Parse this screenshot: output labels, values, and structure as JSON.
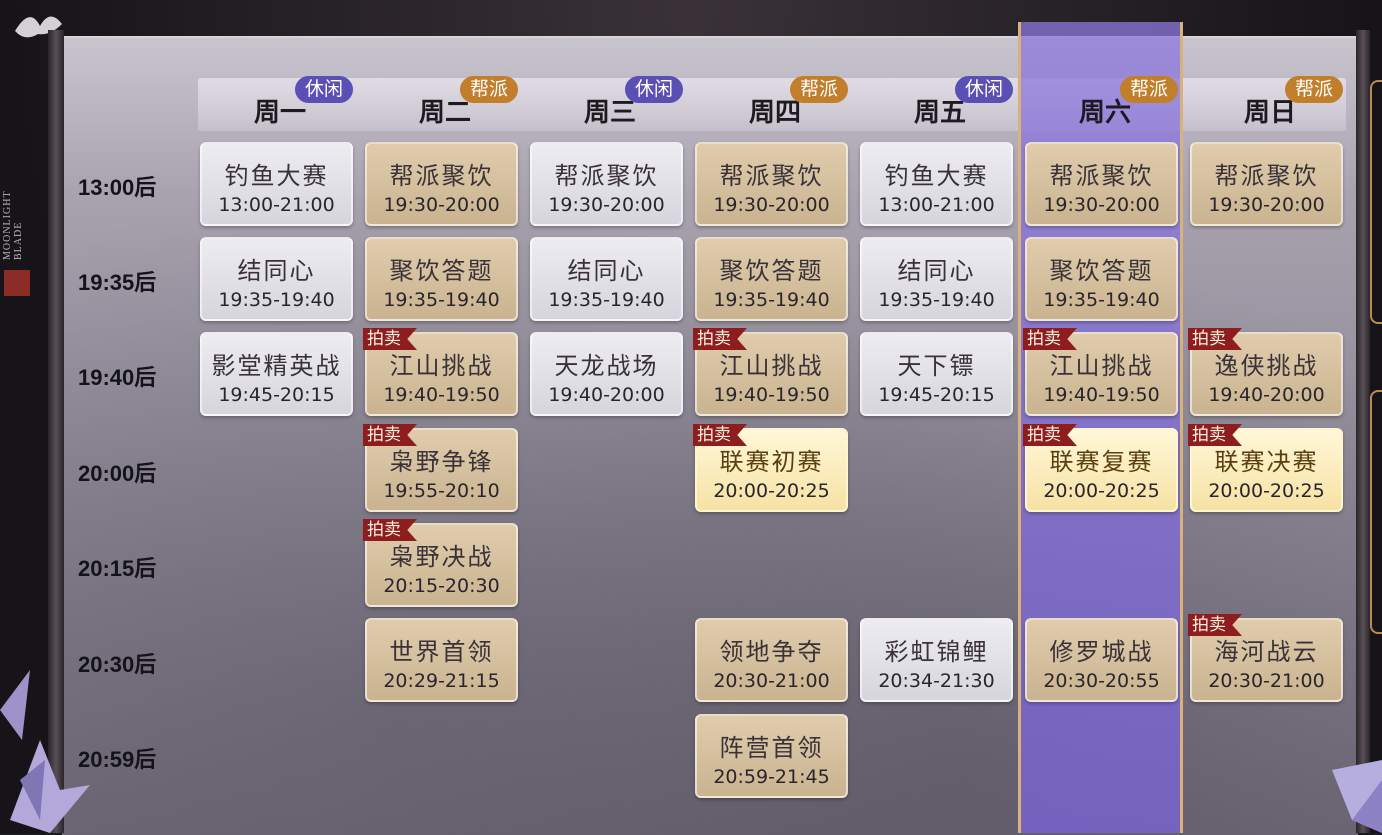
{
  "branding": {
    "line1": "MOONLIGHT",
    "line2": "BLADE"
  },
  "tags": {
    "leisure": "休闲",
    "guild": "帮派",
    "auction": "拍卖"
  },
  "days": [
    {
      "label": "周一",
      "tag": "休闲",
      "tag_type": "leisure"
    },
    {
      "label": "周二",
      "tag": "帮派",
      "tag_type": "guild"
    },
    {
      "label": "周三",
      "tag": "休闲",
      "tag_type": "leisure"
    },
    {
      "label": "周四",
      "tag": "帮派",
      "tag_type": "guild"
    },
    {
      "label": "周五",
      "tag": "休闲",
      "tag_type": "leisure"
    },
    {
      "label": "周六",
      "tag": "帮派",
      "tag_type": "guild",
      "selected": true
    },
    {
      "label": "周日",
      "tag": "帮派",
      "tag_type": "guild"
    }
  ],
  "time_slots": [
    "13:00后",
    "19:35后",
    "19:40后",
    "20:00后",
    "20:15后",
    "20:30后",
    "20:59后"
  ],
  "events": [
    {
      "day": 0,
      "slot": 0,
      "name": "钓鱼大赛",
      "time": "13:00-21:00",
      "style": "gray"
    },
    {
      "day": 0,
      "slot": 1,
      "name": "结同心",
      "time": "19:35-19:40",
      "style": "gray"
    },
    {
      "day": 0,
      "slot": 2,
      "name": "影堂精英战",
      "time": "19:45-20:15",
      "style": "gray"
    },
    {
      "day": 1,
      "slot": 0,
      "name": "帮派聚饮",
      "time": "19:30-20:00",
      "style": "tan"
    },
    {
      "day": 1,
      "slot": 1,
      "name": "聚饮答题",
      "time": "19:35-19:40",
      "style": "tan"
    },
    {
      "day": 1,
      "slot": 2,
      "name": "江山挑战",
      "time": "19:40-19:50",
      "style": "tan",
      "auction": true
    },
    {
      "day": 1,
      "slot": 3,
      "name": "枭野争锋",
      "time": "19:55-20:10",
      "style": "tan",
      "auction": true
    },
    {
      "day": 1,
      "slot": 4,
      "name": "枭野决战",
      "time": "20:15-20:30",
      "style": "tan",
      "auction": true
    },
    {
      "day": 1,
      "slot": 5,
      "name": "世界首领",
      "time": "20:29-21:15",
      "style": "tan"
    },
    {
      "day": 2,
      "slot": 0,
      "name": "帮派聚饮",
      "time": "19:30-20:00",
      "style": "gray"
    },
    {
      "day": 2,
      "slot": 1,
      "name": "结同心",
      "time": "19:35-19:40",
      "style": "gray"
    },
    {
      "day": 2,
      "slot": 2,
      "name": "天龙战场",
      "time": "19:40-20:00",
      "style": "gray"
    },
    {
      "day": 3,
      "slot": 0,
      "name": "帮派聚饮",
      "time": "19:30-20:00",
      "style": "tan"
    },
    {
      "day": 3,
      "slot": 1,
      "name": "聚饮答题",
      "time": "19:35-19:40",
      "style": "tan"
    },
    {
      "day": 3,
      "slot": 2,
      "name": "江山挑战",
      "time": "19:40-19:50",
      "style": "tan",
      "auction": true
    },
    {
      "day": 3,
      "slot": 3,
      "name": "联赛初赛",
      "time": "20:00-20:25",
      "style": "gold",
      "auction": true
    },
    {
      "day": 3,
      "slot": 5,
      "name": "领地争夺",
      "time": "20:30-21:00",
      "style": "tan"
    },
    {
      "day": 3,
      "slot": 6,
      "name": "阵营首领",
      "time": "20:59-21:45",
      "style": "tan"
    },
    {
      "day": 4,
      "slot": 0,
      "name": "钓鱼大赛",
      "time": "13:00-21:00",
      "style": "gray"
    },
    {
      "day": 4,
      "slot": 1,
      "name": "结同心",
      "time": "19:35-19:40",
      "style": "gray"
    },
    {
      "day": 4,
      "slot": 2,
      "name": "天下镖",
      "time": "19:45-20:15",
      "style": "gray"
    },
    {
      "day": 4,
      "slot": 5,
      "name": "彩虹锦鲤",
      "time": "20:34-21:30",
      "style": "gray"
    },
    {
      "day": 5,
      "slot": 0,
      "name": "帮派聚饮",
      "time": "19:30-20:00",
      "style": "tan"
    },
    {
      "day": 5,
      "slot": 1,
      "name": "聚饮答题",
      "time": "19:35-19:40",
      "style": "tan"
    },
    {
      "day": 5,
      "slot": 2,
      "name": "江山挑战",
      "time": "19:40-19:50",
      "style": "tan",
      "auction": true
    },
    {
      "day": 5,
      "slot": 3,
      "name": "联赛复赛",
      "time": "20:00-20:25",
      "style": "gold",
      "auction": true
    },
    {
      "day": 5,
      "slot": 5,
      "name": "修罗城战",
      "time": "20:30-20:55",
      "style": "tan"
    },
    {
      "day": 6,
      "slot": 0,
      "name": "帮派聚饮",
      "time": "19:30-20:00",
      "style": "tan"
    },
    {
      "day": 6,
      "slot": 2,
      "name": "逸侠挑战",
      "time": "19:40-20:00",
      "style": "tan",
      "auction": true
    },
    {
      "day": 6,
      "slot": 3,
      "name": "联赛决赛",
      "time": "20:00-20:25",
      "style": "gold",
      "auction": true
    },
    {
      "day": 6,
      "slot": 5,
      "name": "海河战云",
      "time": "20:30-21:00",
      "style": "tan",
      "auction": true
    }
  ]
}
